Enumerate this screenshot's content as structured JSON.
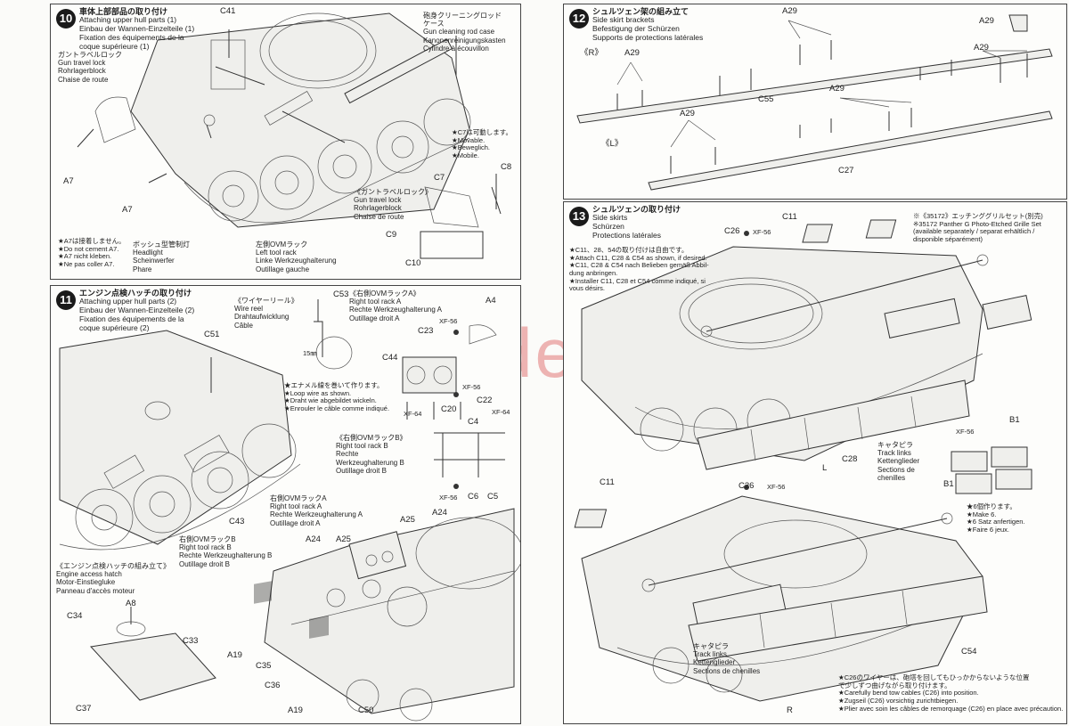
{
  "watermark": "www.modelarfiki.cz",
  "step10": {
    "num": "10",
    "title_jp": "車体上部部品の取り付け",
    "title_lines": [
      "Attaching upper hull parts (1)",
      "Einbau der Wannen-Einzelteile (1)",
      "Fixation des équipements de la",
      "coque supérieure (1)"
    ],
    "labels": {
      "c41": "C41",
      "a7a": "A7",
      "a7b": "A7",
      "c7": "C7",
      "c8": "C8",
      "c9": "C9",
      "c10": "C10"
    },
    "gun_travel_lock": {
      "jp": "ガントラベルロック",
      "lines": [
        "Gun travel lock",
        "Rohrlagerblock",
        "Chaise de route"
      ]
    },
    "gun_cleaning": {
      "jp": "砲身クリーニングロッド",
      "lines": [
        "ケース",
        "Gun cleaning rod case",
        "Kanonenreinigungskasten",
        "Cylindre à écouvillon"
      ]
    },
    "movable_note": [
      "★C7は可動します。",
      "★Movable.",
      "★Beweglich.",
      "★Mobile."
    ],
    "gun_travel_lock2": {
      "jp": "《ガントラベルロック》",
      "lines": [
        "Gun travel lock",
        "Rohrlagerblock",
        "Chaise de route"
      ]
    },
    "cement_note": [
      "★A7は接着しません。",
      "★Do not cement A7.",
      "★A7 nicht kleben.",
      "★Ne pas coller A7."
    ],
    "headlight": {
      "jp": "ボッシュ型管制灯",
      "lines": [
        "Headlight",
        "Scheinwerfer",
        "Phare"
      ]
    },
    "left_tool_rack": {
      "jp": "左側OVMラック",
      "lines": [
        "Left tool rack",
        "Linke Werkzeughalterung",
        "Outillage gauche"
      ]
    }
  },
  "step11": {
    "num": "11",
    "title_jp": "エンジン点検ハッチの取り付け",
    "title_lines": [
      "Attaching upper hull parts (2)",
      "Einbau der Wannen-Einzelteile (2)",
      "Fixation des équipements de la",
      "coque supérieure (2)"
    ],
    "wire_reel": {
      "jp": "《ワイヤーリール》",
      "lines": [
        "Wire reel",
        "Drahtaufwicklung",
        "Câble"
      ]
    },
    "right_rack_a": {
      "jp": "《右側OVMラックA》",
      "lines": [
        "Right tool rack A",
        "Rechte Werkzeughalterung A",
        "Outillage droit A"
      ]
    },
    "right_rack_b": {
      "jp": "《右側OVMラックB》",
      "lines": [
        "Right tool rack B",
        "Rechte",
        "Werkzeughalterung B",
        "Outillage droit B"
      ]
    },
    "loop_note": [
      "★エナメル線を巻いて作ります。",
      "★Loop wire as shown.",
      "★Draht wie abgebildet wickeln.",
      "★Enrouler le câble comme indiqué."
    ],
    "mm15": "15㎜",
    "caption_rack_a": {
      "jp": "右側OVMラックA",
      "lines": [
        "Right tool rack A",
        "Rechte Werkzeughalterung A",
        "Outillage droit A"
      ]
    },
    "caption_rack_b": {
      "jp": "右側OVMラックB",
      "lines": [
        "Right tool rack B",
        "Rechte Werkzeughalterung B",
        "Outillage droit B"
      ]
    },
    "engine_hatch": {
      "jp": "《エンジン点検ハッチの組み立て》",
      "lines": [
        "Engine access hatch",
        "Motor-Einstiegluke",
        "Panneau d'accès moteur"
      ]
    },
    "labels": {
      "c53": "C53",
      "a4": "A4",
      "c23": "C23",
      "c44": "C44",
      "xf56a": "XF-56",
      "xf56b": "XF-56",
      "xf64a": "XF-64",
      "xf64b": "XF-64",
      "c20": "C20",
      "c22": "C22",
      "c4": "C4",
      "xf56c": "XF-56",
      "c6": "C6",
      "c5": "C5",
      "c51": "C51",
      "c43": "C43",
      "a25a": "A25",
      "a24a": "A24",
      "a24b": "A24",
      "a25b": "A25",
      "a8": "A8",
      "c34": "C34",
      "c33": "C33",
      "c37": "C37",
      "a19a": "A19",
      "c35": "C35",
      "c36": "C36",
      "a19b": "A19",
      "c50": "C50"
    }
  },
  "step12": {
    "num": "12",
    "title_jp": "シュルツェン架の組み立て",
    "title_lines": [
      "Side skirt brackets",
      "Befestigung der Schürzen",
      "Supports de protections latérales"
    ],
    "labels": {
      "r": "《R》",
      "l": "《L》",
      "c55": "C55",
      "c27": "C27",
      "a29_1": "A29",
      "a29_2": "A29",
      "a29_3": "A29",
      "a29_4": "A29",
      "a29_5": "A29",
      "a29_6": "A29"
    }
  },
  "step13": {
    "num": "13",
    "title_jp": "シュルツェンの取り付け",
    "title_lines": [
      "Side skirts",
      "Schürzen",
      "Protections latérales"
    ],
    "attach_note": [
      "★C11、28、54の取り付けは自由です。",
      "★Attach C11, C28 & C54 as shown, if desired.",
      "★C11, C28 & C54 nach Belieben gemäß Abbil-",
      "dung anbringen.",
      "★Installer C11, C28 et C54 comme indiqué, si",
      "vous désirs."
    ],
    "grille_note": [
      "※《35172》エッチンググリルセット(別売)",
      "※35172 Panther G Photo-Etched Grille Set",
      "(available separately / separat erhältlich /",
      "disponible séparément)"
    ],
    "track_links_top": {
      "jp": "キャタピラ",
      "lines": [
        "Track links",
        "Kettenglieder",
        "Sections de",
        "chenilles"
      ]
    },
    "make6": [
      "★6個作ります。",
      "★Make 6.",
      "★6 Satz anfertigen.",
      "★Faire 6 jeux."
    ],
    "track_links_bottom": {
      "jp": "キャタピラ",
      "lines": [
        "Track links",
        "Kettenglieder",
        "Sections de chenilles"
      ]
    },
    "c26_note": [
      "★C26のワイヤーは、砲塔を回してもひっかからないような位置",
      "で少しずつ曲げながら取り付けます。",
      "★Carefully bend tow cables (C26) into position.",
      "★Zugseil (C26) vorsichtig zurichtbiegen.",
      "★Plier avec soin les câbles de remorquage (C26) en place avec précaution."
    ],
    "labels": {
      "c26a": "C26",
      "xf56a": "XF-56",
      "c11a": "C11",
      "l": "L",
      "c28": "C28",
      "b1a": "B1",
      "xf56b": "XF-56",
      "b1b": "B1",
      "c26b": "C26",
      "xf56c": "XF-56",
      "c11b": "C11",
      "c54": "C54",
      "r": "R"
    }
  }
}
